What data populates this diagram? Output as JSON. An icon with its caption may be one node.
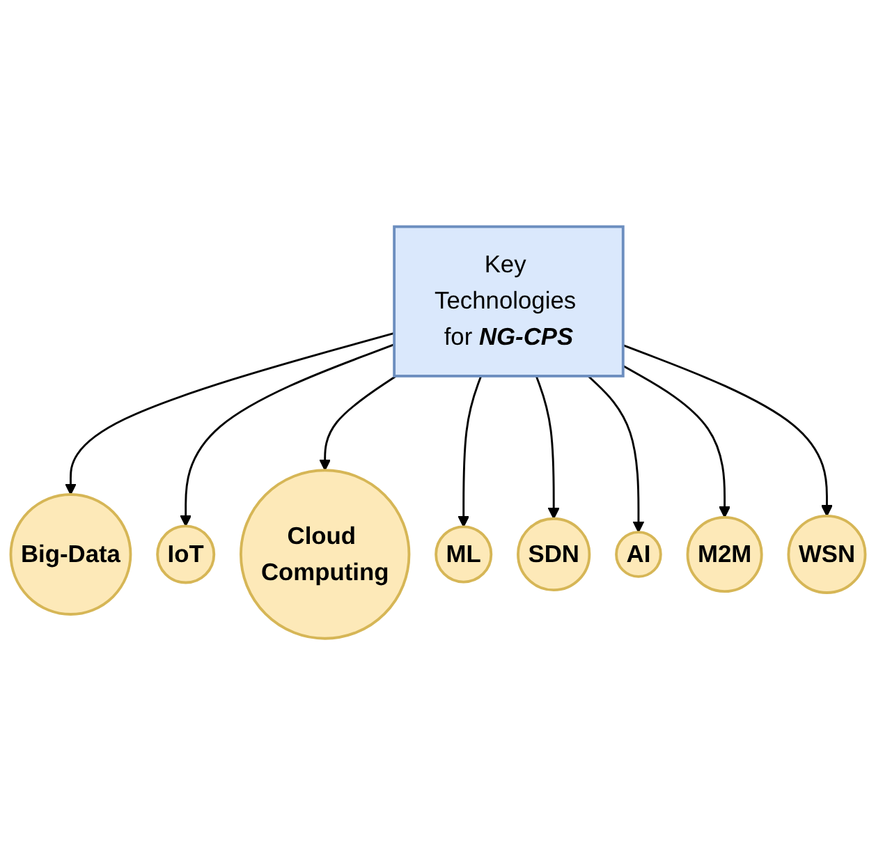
{
  "diagram": {
    "nodes": [
      {
        "text": [
          "Big-Data"
        ]
      },
      {
        "text": [
          "IoT"
        ]
      },
      {
        "text": [
          "Cloud Computing"
        ]
      },
      {
        "text": [
          "ML"
        ]
      },
      {
        "text": [
          "Key Technologies for NG-CPS"
        ]
      },
      {
        "text": [
          "SDN"
        ]
      },
      {
        "text": [
          "AI"
        ]
      },
      {
        "text": [
          "M2M"
        ]
      },
      {
        "text": [
          "WSN"
        ]
      }
    ],
    "edges": [
      {
        "from": 4,
        "to": 0,
        "arrow": "to"
      },
      {
        "from": 4,
        "to": 1,
        "arrow": "to"
      },
      {
        "from": 4,
        "to": 2,
        "arrow": "to"
      },
      {
        "from": 4,
        "to": 3,
        "arrow": "to"
      },
      {
        "from": 4,
        "to": 5,
        "arrow": "to"
      },
      {
        "from": 4,
        "to": 6,
        "arrow": "to"
      },
      {
        "from": 4,
        "to": 7,
        "arrow": "to"
      },
      {
        "from": 4,
        "to": 8,
        "arrow": "to"
      }
    ]
  }
}
